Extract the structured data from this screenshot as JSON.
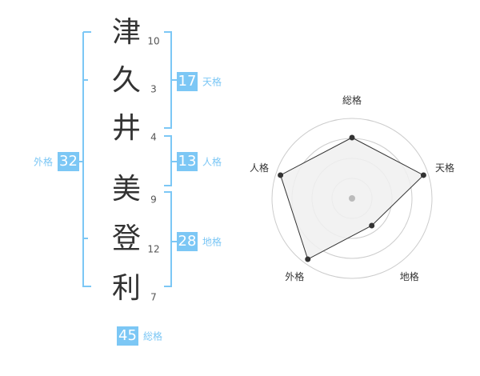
{
  "name": {
    "surname": [
      {
        "char": "津",
        "strokes": "10"
      },
      {
        "char": "久",
        "strokes": "3"
      },
      {
        "char": "井",
        "strokes": "4"
      }
    ],
    "given": [
      {
        "char": "美",
        "strokes": "9"
      },
      {
        "char": "登",
        "strokes": "12"
      },
      {
        "char": "利",
        "strokes": "7"
      }
    ]
  },
  "kakusu": {
    "tenkaku": {
      "label": "天格",
      "value": "17"
    },
    "jinkaku": {
      "label": "人格",
      "value": "13"
    },
    "chikaku": {
      "label": "地格",
      "value": "28"
    },
    "gaikaku": {
      "label": "外格",
      "value": "32"
    },
    "soukaku": {
      "label": "総格",
      "value": "45"
    }
  },
  "colors": {
    "accent": "#7cc7f5",
    "bracket": "#7cc7f5",
    "text": "#333333",
    "radar_fill": "#f0f0f0",
    "radar_ring": "#cccccc",
    "radar_center": "#bbbbbb"
  },
  "chart_data": {
    "type": "radar",
    "axes": [
      "総格",
      "天格",
      "地格",
      "外格",
      "人格"
    ],
    "values": [
      0.76,
      0.94,
      0.42,
      0.94,
      0.94
    ],
    "rings": 4,
    "range": [
      0,
      1
    ]
  }
}
